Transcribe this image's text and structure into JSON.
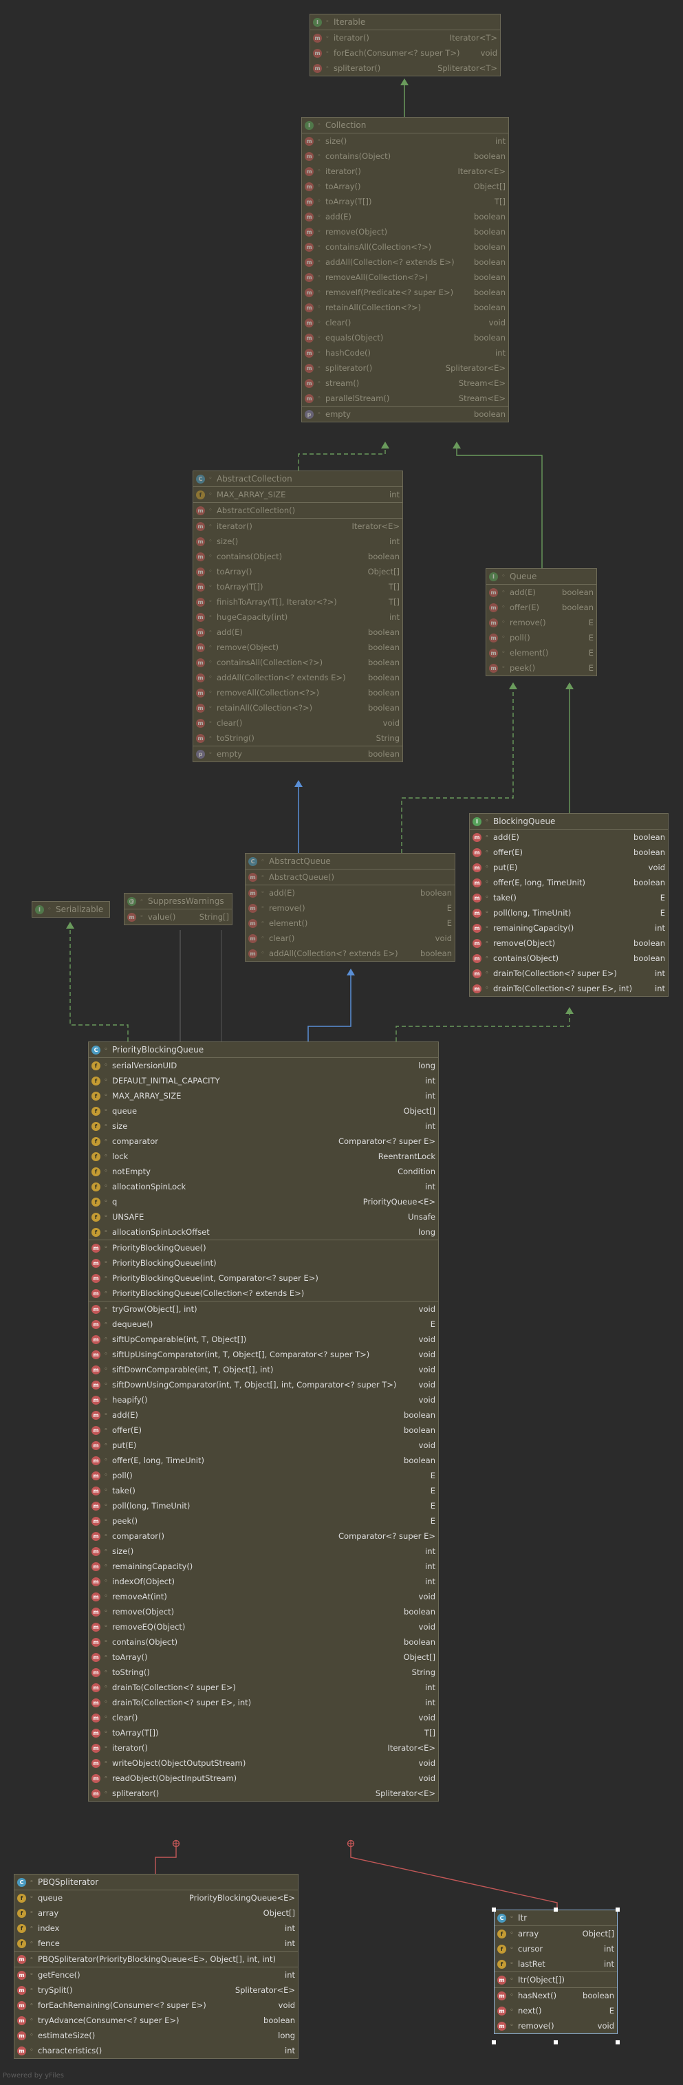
{
  "classes": {
    "iterable": {
      "title": "Iterable",
      "members": [
        {
          "name": "iterator()",
          "type": "Iterator<T>"
        },
        {
          "name": "forEach(Consumer<? super T>)",
          "type": "void"
        },
        {
          "name": "spliterator()",
          "type": "Spliterator<T>"
        }
      ]
    },
    "collection": {
      "title": "Collection",
      "members": [
        {
          "name": "size()",
          "type": "int"
        },
        {
          "name": "contains(Object)",
          "type": "boolean"
        },
        {
          "name": "iterator()",
          "type": "Iterator<E>"
        },
        {
          "name": "toArray()",
          "type": "Object[]"
        },
        {
          "name": "toArray(T[])",
          "type": "T[]"
        },
        {
          "name": "add(E)",
          "type": "boolean"
        },
        {
          "name": "remove(Object)",
          "type": "boolean"
        },
        {
          "name": "containsAll(Collection<?>)",
          "type": "boolean"
        },
        {
          "name": "addAll(Collection<? extends E>)",
          "type": "boolean"
        },
        {
          "name": "removeAll(Collection<?>)",
          "type": "boolean"
        },
        {
          "name": "removeIf(Predicate<? super E>)",
          "type": "boolean"
        },
        {
          "name": "retainAll(Collection<?>)",
          "type": "boolean"
        },
        {
          "name": "clear()",
          "type": "void"
        },
        {
          "name": "equals(Object)",
          "type": "boolean"
        },
        {
          "name": "hashCode()",
          "type": "int"
        },
        {
          "name": "spliterator()",
          "type": "Spliterator<E>"
        },
        {
          "name": "stream()",
          "type": "Stream<E>"
        },
        {
          "name": "parallelStream()",
          "type": "Stream<E>"
        }
      ],
      "properties": [
        {
          "name": "empty",
          "type": "boolean"
        }
      ]
    },
    "abstractCollection": {
      "title": "AbstractCollection",
      "fields": [
        {
          "name": "MAX_ARRAY_SIZE",
          "type": "int"
        }
      ],
      "constructors": [
        {
          "name": "AbstractCollection()",
          "type": ""
        }
      ],
      "members": [
        {
          "name": "iterator()",
          "type": "Iterator<E>"
        },
        {
          "name": "size()",
          "type": "int"
        },
        {
          "name": "contains(Object)",
          "type": "boolean"
        },
        {
          "name": "toArray()",
          "type": "Object[]"
        },
        {
          "name": "toArray(T[])",
          "type": "T[]"
        },
        {
          "name": "finishToArray(T[], Iterator<?>)",
          "type": "T[]"
        },
        {
          "name": "hugeCapacity(int)",
          "type": "int"
        },
        {
          "name": "add(E)",
          "type": "boolean"
        },
        {
          "name": "remove(Object)",
          "type": "boolean"
        },
        {
          "name": "containsAll(Collection<?>)",
          "type": "boolean"
        },
        {
          "name": "addAll(Collection<? extends E>)",
          "type": "boolean"
        },
        {
          "name": "removeAll(Collection<?>)",
          "type": "boolean"
        },
        {
          "name": "retainAll(Collection<?>)",
          "type": "boolean"
        },
        {
          "name": "clear()",
          "type": "void"
        },
        {
          "name": "toString()",
          "type": "String"
        }
      ],
      "properties": [
        {
          "name": "empty",
          "type": "boolean"
        }
      ]
    },
    "queue": {
      "title": "Queue",
      "members": [
        {
          "name": "add(E)",
          "type": "boolean"
        },
        {
          "name": "offer(E)",
          "type": "boolean"
        },
        {
          "name": "remove()",
          "type": "E"
        },
        {
          "name": "poll()",
          "type": "E"
        },
        {
          "name": "element()",
          "type": "E"
        },
        {
          "name": "peek()",
          "type": "E"
        }
      ]
    },
    "blockingQueue": {
      "title": "BlockingQueue",
      "members": [
        {
          "name": "add(E)",
          "type": "boolean"
        },
        {
          "name": "offer(E)",
          "type": "boolean"
        },
        {
          "name": "put(E)",
          "type": "void"
        },
        {
          "name": "offer(E, long, TimeUnit)",
          "type": "boolean"
        },
        {
          "name": "take()",
          "type": "E"
        },
        {
          "name": "poll(long, TimeUnit)",
          "type": "E"
        },
        {
          "name": "remainingCapacity()",
          "type": "int"
        },
        {
          "name": "remove(Object)",
          "type": "boolean"
        },
        {
          "name": "contains(Object)",
          "type": "boolean"
        },
        {
          "name": "drainTo(Collection<? super E>)",
          "type": "int"
        },
        {
          "name": "drainTo(Collection<? super E>, int)",
          "type": "int"
        }
      ]
    },
    "abstractQueue": {
      "title": "AbstractQueue",
      "constructors": [
        {
          "name": "AbstractQueue()",
          "type": ""
        }
      ],
      "members": [
        {
          "name": "add(E)",
          "type": "boolean"
        },
        {
          "name": "remove()",
          "type": "E"
        },
        {
          "name": "element()",
          "type": "E"
        },
        {
          "name": "clear()",
          "type": "void"
        },
        {
          "name": "addAll(Collection<? extends E>)",
          "type": "boolean"
        }
      ]
    },
    "serializable": {
      "title": "Serializable"
    },
    "suppressWarnings": {
      "title": "SuppressWarnings",
      "members": [
        {
          "name": "value()",
          "type": "String[]"
        }
      ]
    },
    "pbq": {
      "title": "PriorityBlockingQueue",
      "fields": [
        {
          "name": "serialVersionUID",
          "type": "long"
        },
        {
          "name": "DEFAULT_INITIAL_CAPACITY",
          "type": "int"
        },
        {
          "name": "MAX_ARRAY_SIZE",
          "type": "int"
        },
        {
          "name": "queue",
          "type": "Object[]"
        },
        {
          "name": "size",
          "type": "int"
        },
        {
          "name": "comparator",
          "type": "Comparator<? super E>"
        },
        {
          "name": "lock",
          "type": "ReentrantLock"
        },
        {
          "name": "notEmpty",
          "type": "Condition"
        },
        {
          "name": "allocationSpinLock",
          "type": "int"
        },
        {
          "name": "q",
          "type": "PriorityQueue<E>"
        },
        {
          "name": "UNSAFE",
          "type": "Unsafe"
        },
        {
          "name": "allocationSpinLockOffset",
          "type": "long"
        }
      ],
      "constructors": [
        {
          "name": "PriorityBlockingQueue()",
          "type": ""
        },
        {
          "name": "PriorityBlockingQueue(int)",
          "type": ""
        },
        {
          "name": "PriorityBlockingQueue(int, Comparator<? super E>)",
          "type": ""
        },
        {
          "name": "PriorityBlockingQueue(Collection<? extends E>)",
          "type": ""
        }
      ],
      "members": [
        {
          "name": "tryGrow(Object[], int)",
          "type": "void"
        },
        {
          "name": "dequeue()",
          "type": "E"
        },
        {
          "name": "siftUpComparable(int, T, Object[])",
          "type": "void"
        },
        {
          "name": "siftUpUsingComparator(int, T, Object[], Comparator<? super T>)",
          "type": "void"
        },
        {
          "name": "siftDownComparable(int, T, Object[], int)",
          "type": "void"
        },
        {
          "name": "siftDownUsingComparator(int, T, Object[], int, Comparator<? super T>)",
          "type": "void"
        },
        {
          "name": "heapify()",
          "type": "void"
        },
        {
          "name": "add(E)",
          "type": "boolean"
        },
        {
          "name": "offer(E)",
          "type": "boolean"
        },
        {
          "name": "put(E)",
          "type": "void"
        },
        {
          "name": "offer(E, long, TimeUnit)",
          "type": "boolean"
        },
        {
          "name": "poll()",
          "type": "E"
        },
        {
          "name": "take()",
          "type": "E"
        },
        {
          "name": "poll(long, TimeUnit)",
          "type": "E"
        },
        {
          "name": "peek()",
          "type": "E"
        },
        {
          "name": "comparator()",
          "type": "Comparator<? super E>"
        },
        {
          "name": "size()",
          "type": "int"
        },
        {
          "name": "remainingCapacity()",
          "type": "int"
        },
        {
          "name": "indexOf(Object)",
          "type": "int"
        },
        {
          "name": "removeAt(int)",
          "type": "void"
        },
        {
          "name": "remove(Object)",
          "type": "boolean"
        },
        {
          "name": "removeEQ(Object)",
          "type": "void"
        },
        {
          "name": "contains(Object)",
          "type": "boolean"
        },
        {
          "name": "toArray()",
          "type": "Object[]"
        },
        {
          "name": "toString()",
          "type": "String"
        },
        {
          "name": "drainTo(Collection<? super E>)",
          "type": "int"
        },
        {
          "name": "drainTo(Collection<? super E>, int)",
          "type": "int"
        },
        {
          "name": "clear()",
          "type": "void"
        },
        {
          "name": "toArray(T[])",
          "type": "T[]"
        },
        {
          "name": "iterator()",
          "type": "Iterator<E>"
        },
        {
          "name": "writeObject(ObjectOutputStream)",
          "type": "void"
        },
        {
          "name": "readObject(ObjectInputStream)",
          "type": "void"
        },
        {
          "name": "spliterator()",
          "type": "Spliterator<E>"
        }
      ]
    },
    "pbqSpliterator": {
      "title": "PBQSpliterator",
      "fields": [
        {
          "name": "queue",
          "type": "PriorityBlockingQueue<E>"
        },
        {
          "name": "array",
          "type": "Object[]"
        },
        {
          "name": "index",
          "type": "int"
        },
        {
          "name": "fence",
          "type": "int"
        }
      ],
      "constructors": [
        {
          "name": "PBQSpliterator(PriorityBlockingQueue<E>, Object[], int, int)",
          "type": ""
        }
      ],
      "members": [
        {
          "name": "getFence()",
          "type": "int"
        },
        {
          "name": "trySplit()",
          "type": "Spliterator<E>"
        },
        {
          "name": "forEachRemaining(Consumer<? super E>)",
          "type": "void"
        },
        {
          "name": "tryAdvance(Consumer<? super E>)",
          "type": "boolean"
        },
        {
          "name": "estimateSize()",
          "type": "long"
        },
        {
          "name": "characteristics()",
          "type": "int"
        }
      ]
    },
    "itr": {
      "title": "Itr",
      "fields": [
        {
          "name": "array",
          "type": "Object[]"
        },
        {
          "name": "cursor",
          "type": "int"
        },
        {
          "name": "lastRet",
          "type": "int"
        }
      ],
      "constructors": [
        {
          "name": "Itr(Object[])",
          "type": ""
        }
      ],
      "members": [
        {
          "name": "hasNext()",
          "type": "boolean"
        },
        {
          "name": "next()",
          "type": "E"
        },
        {
          "name": "remove()",
          "type": "void"
        }
      ]
    }
  },
  "watermark": "Powered by yFiles",
  "colors": {
    "background": "#2b2b2b",
    "box": "#4a4737",
    "border": "#6d6a57",
    "inheritGreen": "#6a9b5c",
    "extendsBlue": "#5a8fd6",
    "innerRed": "#c25757"
  }
}
